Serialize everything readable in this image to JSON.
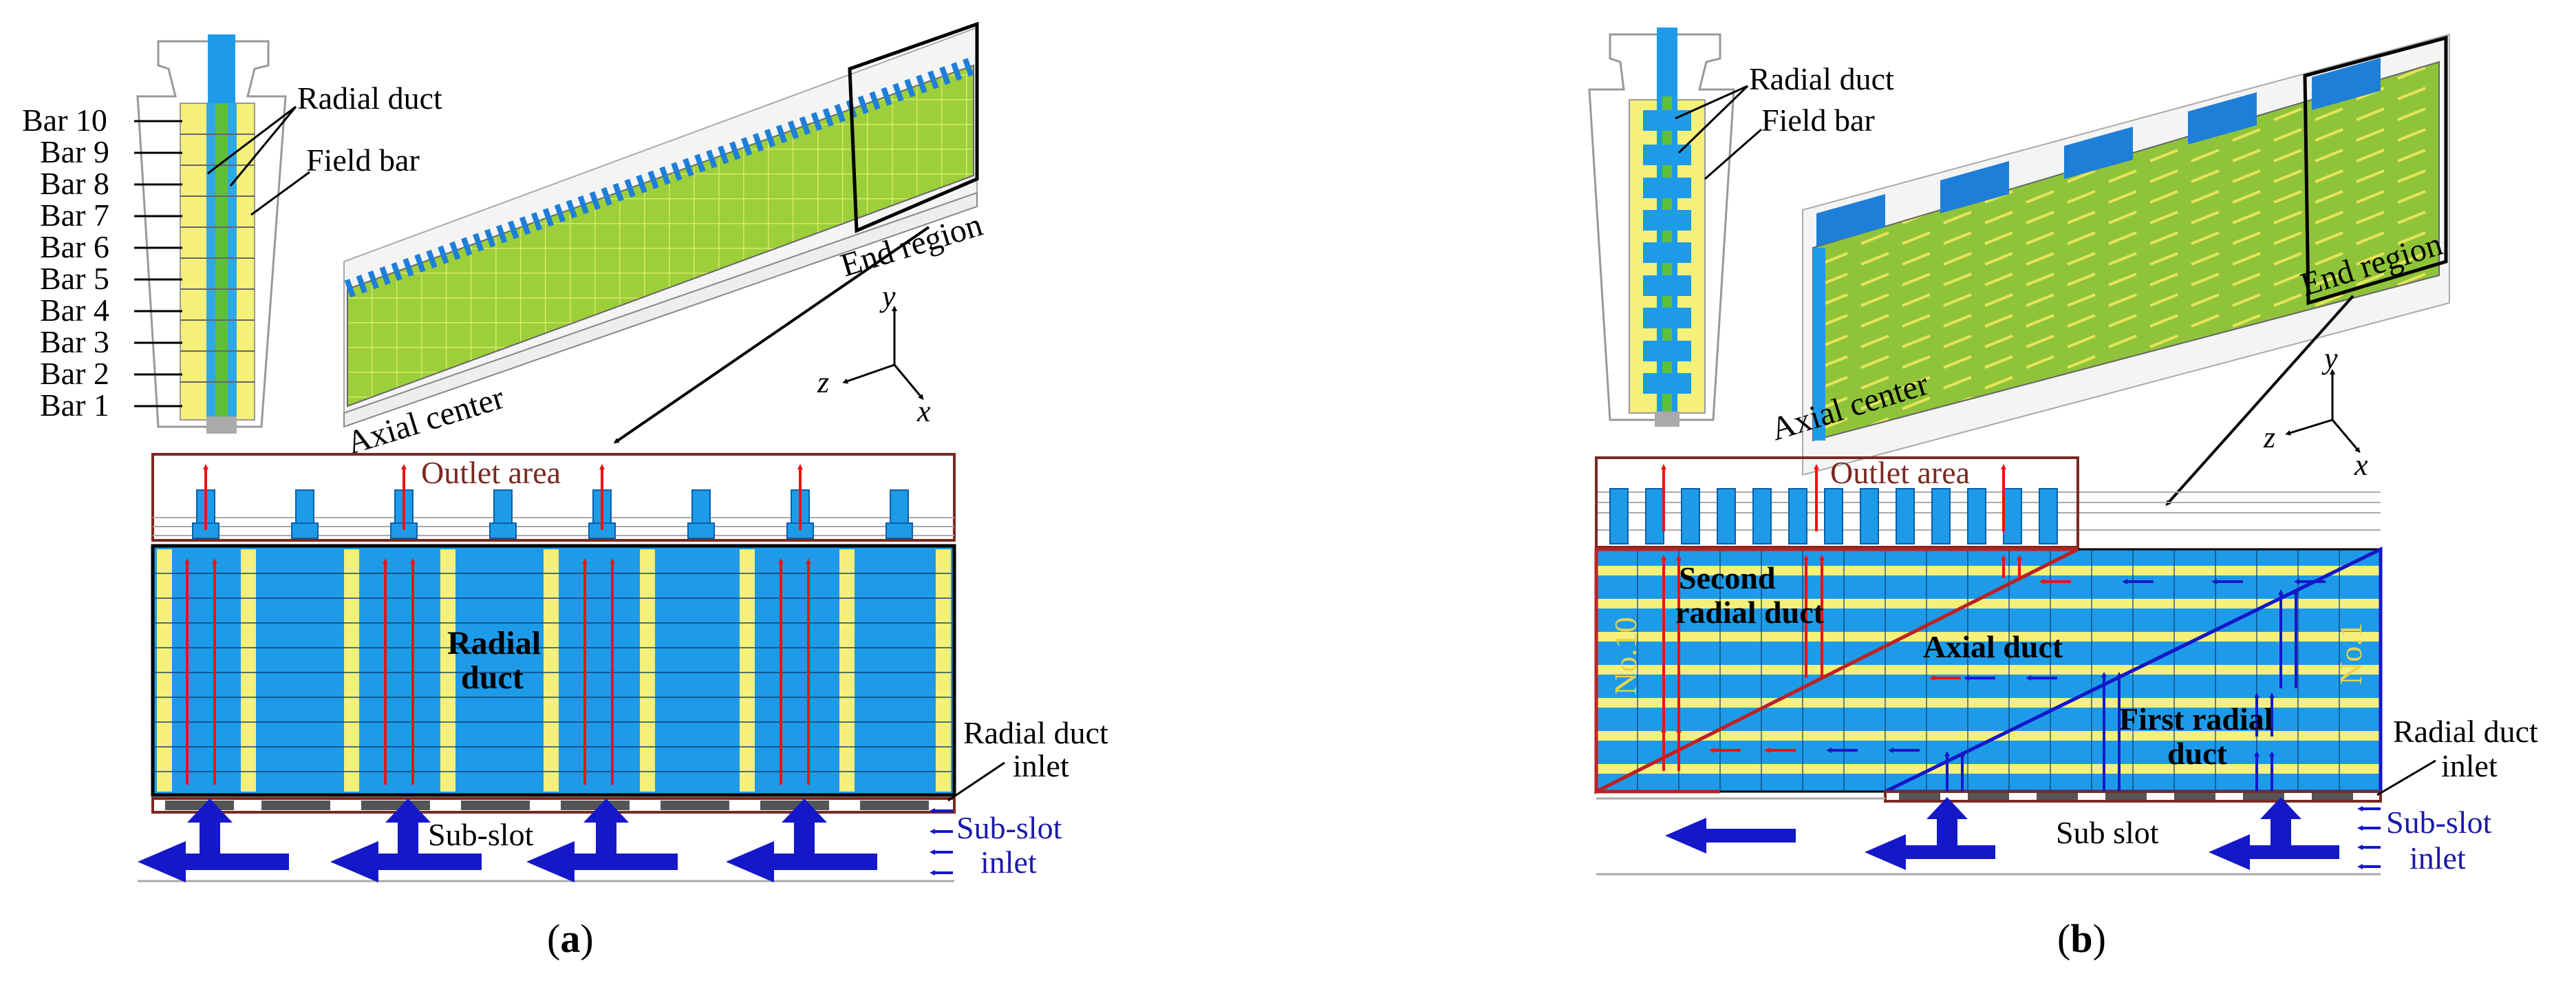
{
  "panel_a": {
    "bars": [
      "Bar 10",
      "Bar 9",
      "Bar 8",
      "Bar 7",
      "Bar 6",
      "Bar 5",
      "Bar 4",
      "Bar 3",
      "Bar 2",
      "Bar 1"
    ],
    "radial_duct": "Radial duct",
    "field_bar": "Field bar",
    "end_region": "End region",
    "axial_center": "Axial center",
    "axis_x": "x",
    "axis_y": "y",
    "axis_z": "z",
    "outlet_area": "Outlet area",
    "radial_duct_center_line1": "Radial",
    "radial_duct_center_line2": "duct",
    "radial_duct_inlet_line1": "Radial duct",
    "radial_duct_inlet_line2": "inlet",
    "sub_slot": "Sub-slot",
    "sub_slot_inlet_line1": "Sub-slot",
    "sub_slot_inlet_line2": "inlet",
    "caption_open": "(",
    "caption_letter": "a",
    "caption_close": ")"
  },
  "panel_b": {
    "radial_duct": "Radial duct",
    "field_bar": "Field bar",
    "end_region": "End region",
    "axial_center": "Axial center",
    "axis_x": "x",
    "axis_y": "y",
    "axis_z": "z",
    "outlet_area": "Outlet area",
    "second_radial_duct_line1": "Second",
    "second_radial_duct_line2": "radial duct",
    "axial_duct": "Axial duct",
    "first_radial_duct_line1": "First radial",
    "first_radial_duct_line2": "duct",
    "no10": "No.10",
    "no1": "No.1",
    "radial_duct_inlet_line1": "Radial duct",
    "radial_duct_inlet_line2": "inlet",
    "sub_slot": "Sub slot",
    "sub_slot_inlet_line1": "Sub-slot",
    "sub_slot_inlet_line2": "inlet",
    "caption_open": "(",
    "caption_letter": "b",
    "caption_close": ")"
  },
  "colors": {
    "duct_blue": "#1e9be8",
    "field_yellow": "#f5f07a",
    "frame_brown": "#7a2a22",
    "arrow_red": "#e11",
    "arrow_blue": "#1418c8",
    "model_green": "#9ccf3a"
  }
}
